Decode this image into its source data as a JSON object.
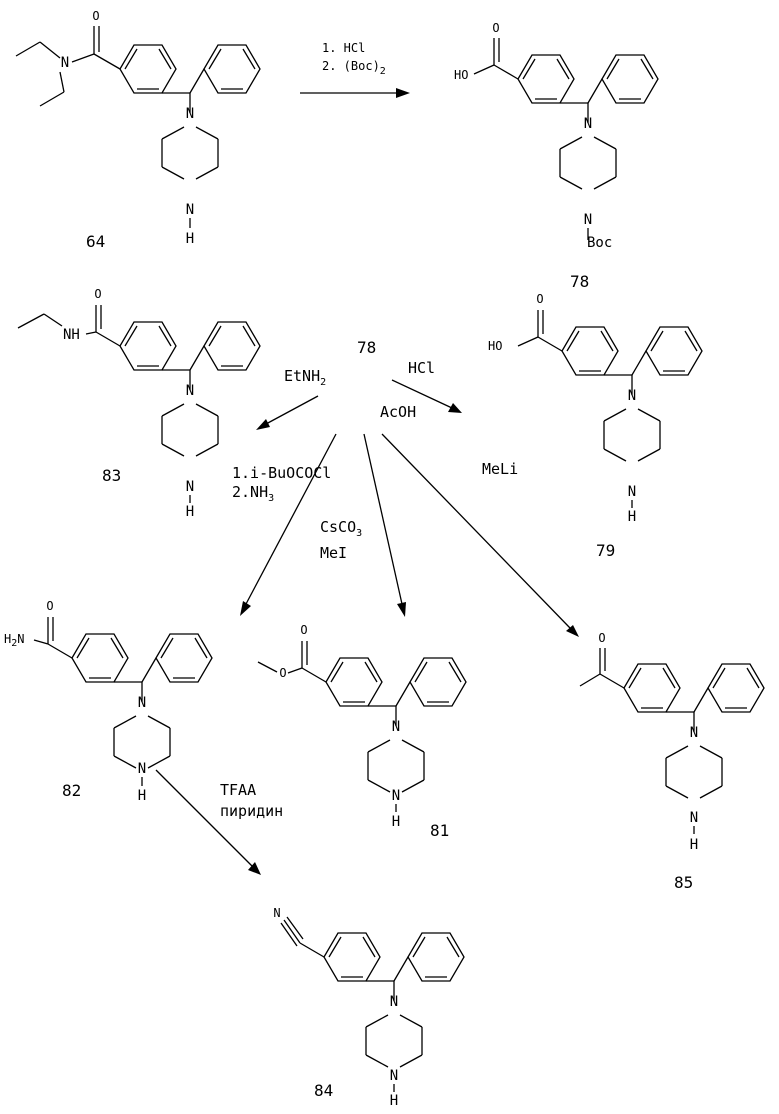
{
  "colors": {
    "ink": "#000000",
    "background": "#ffffff"
  },
  "compounds": {
    "c64": {
      "id": "64",
      "h": "H",
      "n": "N"
    },
    "c78": {
      "id": "78",
      "ho": "HO",
      "n": "N",
      "boc": "Boc"
    },
    "c83": {
      "id": "83",
      "nh": "NH",
      "h": "H",
      "n": "N"
    },
    "c79": {
      "id": "79",
      "ho": "HO",
      "h": "H",
      "n": "N"
    },
    "c82": {
      "id": "82",
      "h2n": "H",
      "h2n_sub": "2",
      "h2n_n": "N",
      "h": "H",
      "n": "N"
    },
    "c81": {
      "id": "81",
      "h": "H",
      "n": "N"
    },
    "c85": {
      "id": "85",
      "h": "H",
      "n": "N"
    },
    "c84": {
      "id": "84",
      "h": "H",
      "n": "N",
      "cn_n": "N"
    },
    "oxygen": "O",
    "start_label": "78"
  },
  "reagents": {
    "step1_line1": "1. HCl",
    "step1_line2_main": "2.  (Boc)",
    "step1_line2_sub": "2",
    "etnh2_main": "EtNH",
    "etnh2_sub": "2",
    "hcl": "HCl",
    "acoh": "AcOH",
    "meli": "MeLi",
    "ibu_line1": "1.i-BuOCOCl",
    "nh3_main": "2.NH",
    "nh3_sub": "3",
    "csco3_main": "CsCO",
    "csco3_sub": "3",
    "mei": "MeI",
    "tfaa": "TFAA",
    "pyridine": "пиридин"
  }
}
